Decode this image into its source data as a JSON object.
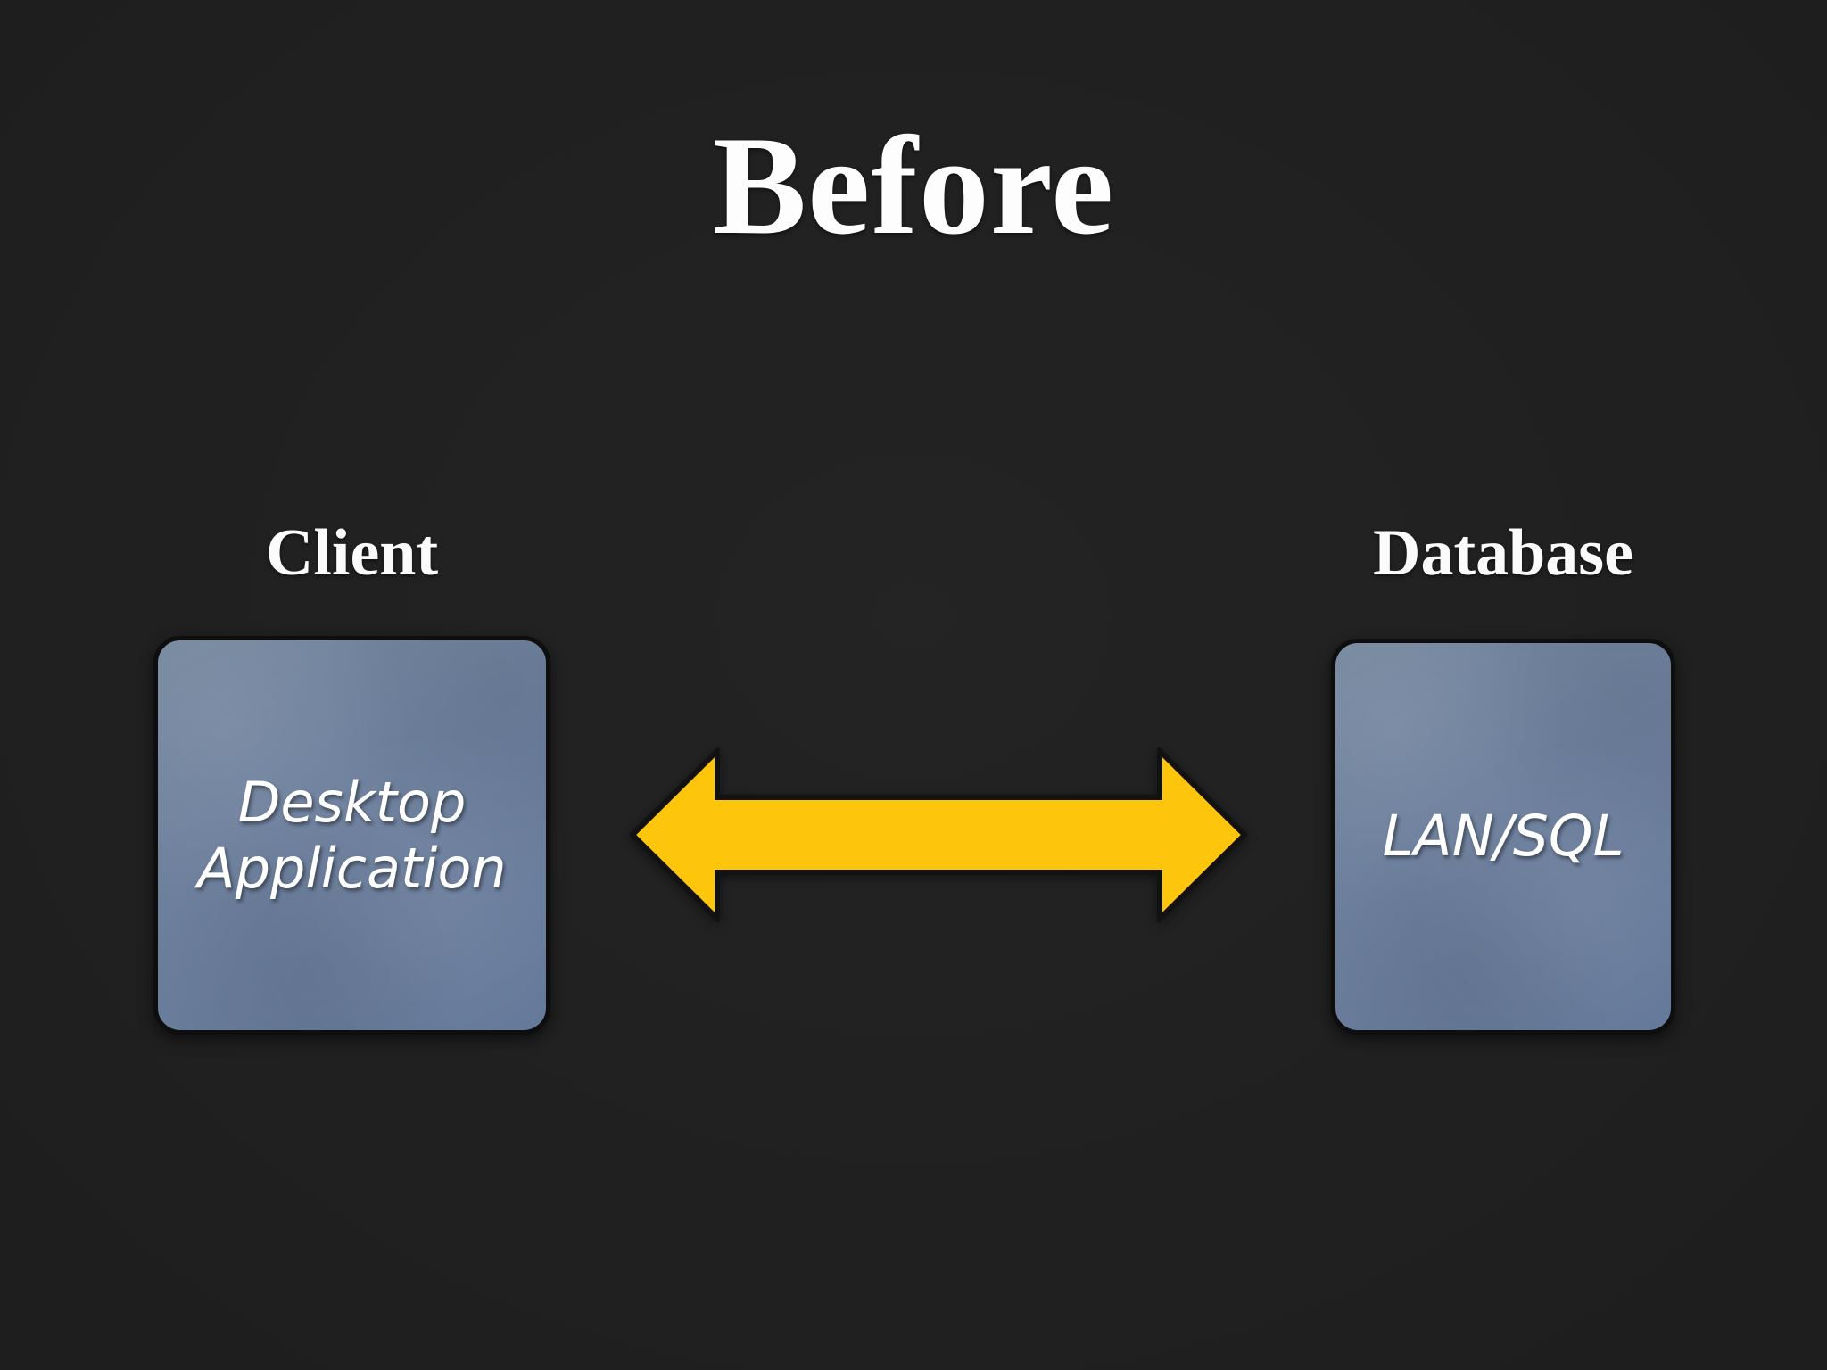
{
  "slide": {
    "title": "Before",
    "background_color": "#212121"
  },
  "columns": [
    {
      "label": "Client"
    },
    {
      "label": "Database"
    }
  ],
  "nodes": [
    {
      "id": "client-node",
      "text": "Desktop\nApplication",
      "fill_color": "#6b7f9d",
      "border_color": "#0e0e0e",
      "text_color": "#ffffff"
    },
    {
      "id": "database-node",
      "text": "LAN/SQL",
      "fill_color": "#6b7f9d",
      "border_color": "#0e0e0e",
      "text_color": "#ffffff"
    }
  ],
  "connector": {
    "name": "double-headed-arrow",
    "direction": "bidirectional",
    "fill_color": "#fdc50b",
    "outline_color": "#121212",
    "from": "Client",
    "to": "Database"
  }
}
